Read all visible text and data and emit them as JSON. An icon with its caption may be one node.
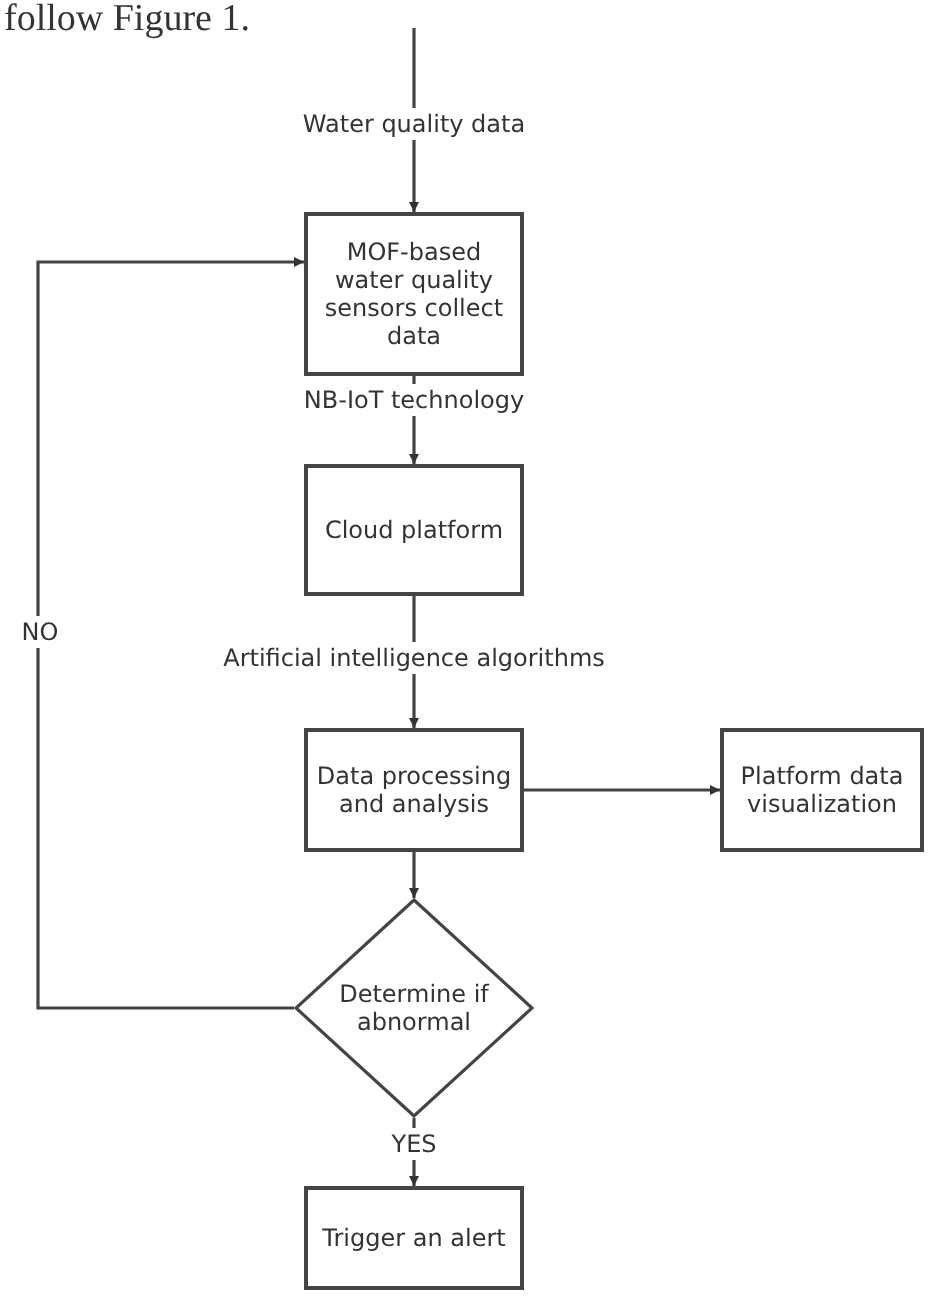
{
  "diagram": {
    "nodes": [
      {
        "text": [
          "MOF-based water quality sensors collect data"
        ]
      },
      {
        "text": [
          "Cloud platform"
        ]
      },
      {
        "text": [
          "Data processing and analysis"
        ]
      },
      {
        "text": [
          "Platform data visualization"
        ]
      },
      {
        "text": [
          "Determine if abnormal"
        ]
      },
      {
        "text": [
          "Trigger an alert"
        ]
      }
    ],
    "edges": [
      {
        "from": null,
        "to": 0,
        "arrow": "to",
        "label": "Water quality data"
      },
      {
        "from": 0,
        "to": 1,
        "arrow": "to",
        "label": "NB-IoT technology"
      },
      {
        "from": 1,
        "to": 2,
        "arrow": "to",
        "label": "Artificial intelligence algorithms"
      },
      {
        "from": 2,
        "to": 3,
        "arrow": "to"
      },
      {
        "from": 2,
        "to": 4,
        "arrow": "to"
      },
      {
        "from": 4,
        "to": 5,
        "arrow": "to",
        "label": "YES"
      },
      {
        "from": 4,
        "to": 0,
        "arrow": "to",
        "label": "NO"
      }
    ],
    "labels": [
      "follow Figure 1."
    ]
  }
}
